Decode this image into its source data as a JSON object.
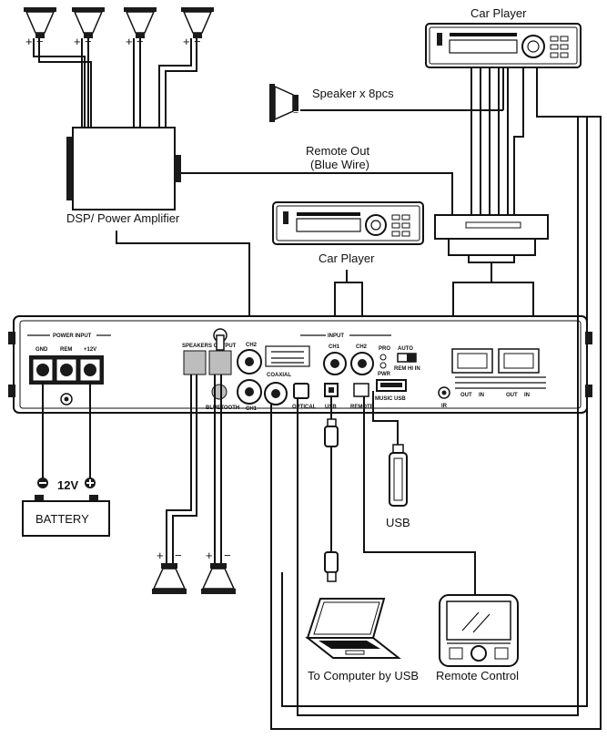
{
  "labels": {
    "car_player_top": "Car Player",
    "speaker_x8": "Speaker x 8pcs",
    "remote_out_line1": "Remote Out",
    "remote_out_line2": "(Blue Wire)",
    "dsp_amp": "DSP/ Power Amplifier",
    "car_player_mid": "Car Player",
    "battery": "BATTERY",
    "battery_voltage": "12V",
    "usb": "USB",
    "to_computer": "To Computer by USB",
    "remote_control": "Remote Control"
  },
  "panel": {
    "power_input": "POWER INPUT",
    "gnd": "GND",
    "rem": "REM",
    "plus12": "+12V",
    "speakers_output": "SPEAKERS OUTPUT",
    "input": "INPUT",
    "bluetooth": "BLUETOOTH",
    "ch1_left": "CH1",
    "ch2_left": "CH2",
    "coaxial": "COAXIAL",
    "optical": "OPTICAL",
    "usb": "USB",
    "remote": "REMOTE",
    "ch1_right": "CH1",
    "ch2_right": "CH2",
    "pro": "PRO",
    "pwr": "PWR",
    "auto": "AUTO",
    "rem_hiin": "REM HI IN",
    "music_usb": "MUSIC USB",
    "ir": "IR",
    "out1": "OUT",
    "in1": "IN",
    "out2": "OUT",
    "in2": "IN"
  },
  "polarity": {
    "plus": "+",
    "minus": "−"
  }
}
